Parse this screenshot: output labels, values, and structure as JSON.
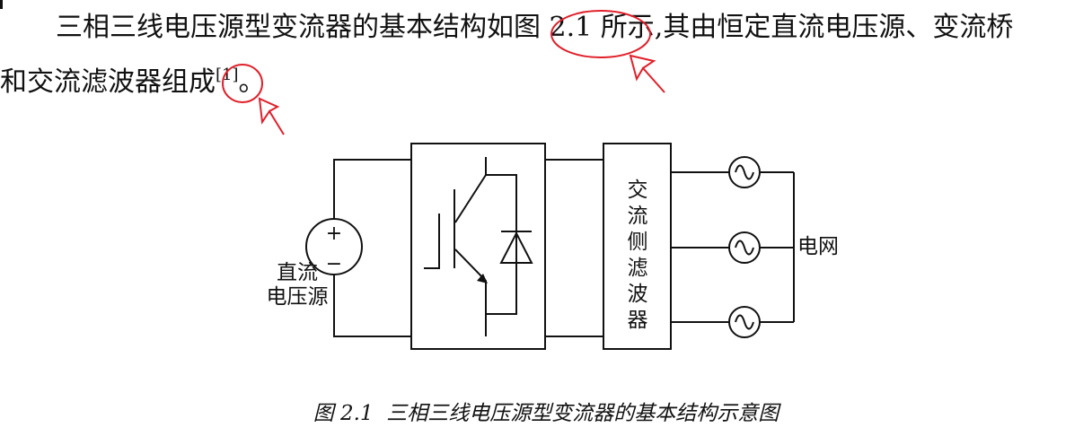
{
  "paragraph": {
    "line1_before": "三相三线电压源型变流器的基本结构如",
    "figure_ref": "图 2.1",
    "line1_after": "所示,其由恒定直流电压源、变流桥",
    "line2": "和交流滤波器组成",
    "citation": "[1]",
    "line2_end": "。"
  },
  "figure": {
    "dc_source_label": "直流\n电压源",
    "filter_label": "交\n流\n侧\n滤\n波\n器",
    "grid_label": "电网",
    "plus_sign": "+",
    "minus_sign": "−"
  },
  "caption": "图 2.1  三相三线电压源型变流器的基本结构示意图",
  "colors": {
    "annotation": "#e0202a",
    "text": "#111111"
  },
  "icons": [
    "ac-source-icon",
    "igbt-icon",
    "diode-icon",
    "dc-voltage-source-icon",
    "callout-arrow-icon"
  ]
}
